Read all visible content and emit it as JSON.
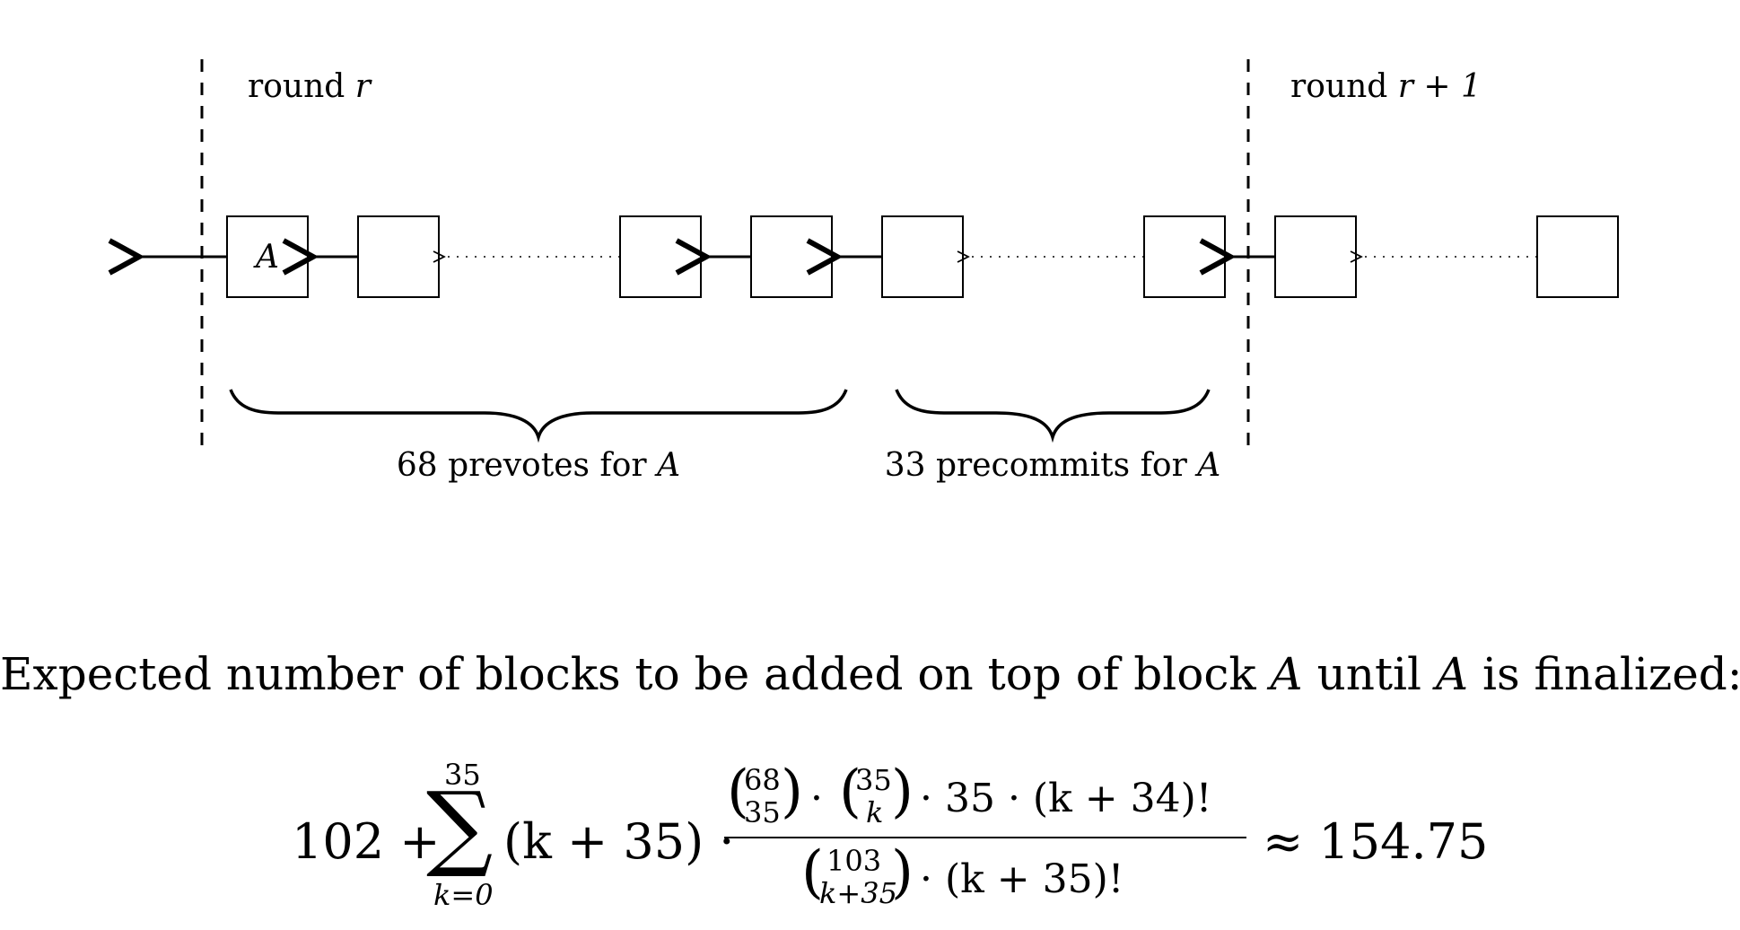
{
  "diagram": {
    "round_left_label": "round",
    "round_left_var": "r",
    "round_right_label": "round",
    "round_right_var": "r + 1",
    "first_block_label": "A",
    "prevotes_label": "68 prevotes for",
    "prevotes_var": "A",
    "precommits_label": "33 precommits for",
    "precommits_var": "A",
    "blocks": [
      {
        "label": "A"
      },
      {
        "label": ""
      },
      {
        "label": ""
      },
      {
        "label": ""
      },
      {
        "label": ""
      },
      {
        "label": ""
      },
      {
        "label": ""
      },
      {
        "label": ""
      }
    ]
  },
  "caption": {
    "part1": "Expected number of blocks to be added on top of block",
    "var1": "A",
    "part2": "until",
    "var2": "A",
    "part3": "is finalized:"
  },
  "formula": {
    "constant": "102 +",
    "sum_upper": "35",
    "sum_lower": "k=0",
    "term": "(k + 35) ·",
    "binom1_top": "68",
    "binom1_bottom": "35",
    "binom2_top": "35",
    "binom2_bottom": "k",
    "numerator_rest": "· 35 · (k + 34)!",
    "numerator_dot": "·",
    "binom3_top": "103",
    "binom3_bottom": "k+35",
    "denominator_rest": "· (k + 35)!",
    "result": "≈ 154.75"
  }
}
